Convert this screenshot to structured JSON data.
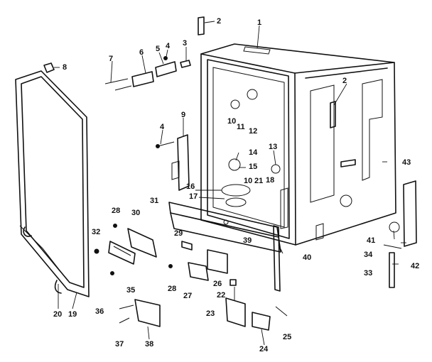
{
  "callouts": [
    "1",
    "2",
    "2",
    "3",
    "4",
    "4",
    "5",
    "6",
    "7",
    "8",
    "9",
    "10",
    "10",
    "11",
    "12",
    "13",
    "14",
    "15",
    "16",
    "17",
    "18",
    "19",
    "20",
    "21",
    "22",
    "23",
    "24",
    "25",
    "26",
    "27",
    "28",
    "28",
    "29",
    "30",
    "31",
    "32",
    "33",
    "34",
    "35",
    "36",
    "37",
    "38",
    "39",
    "40",
    "41",
    "42",
    "43"
  ]
}
